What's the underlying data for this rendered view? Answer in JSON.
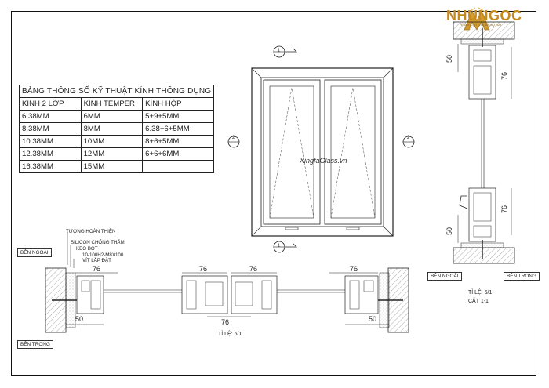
{
  "logo": {
    "name": "NHUNGOC",
    "tagline": "Nhôm kính chất lượng cao"
  },
  "spec_table": {
    "title": "BẢNG THÔNG SỐ KỸ THUẬT KÍNH  THÔNG DỤNG",
    "headers": [
      "KÍNH 2 LỚP",
      "KÍNH TEMPER",
      "KÍNH HỘP"
    ],
    "rows": [
      [
        "6.38MM",
        "6MM",
        "5+9+5MM"
      ],
      [
        "8.38MM",
        "8MM",
        "6.38+6+5MM"
      ],
      [
        "10.38MM",
        "10MM",
        "8+6+5MM"
      ],
      [
        "12.38MM",
        "12MM",
        "6+6+6MM"
      ],
      [
        "16.38MM",
        "15MM",
        ""
      ]
    ]
  },
  "elevation": {
    "watermark": "XingfaGlass.vn",
    "markers": {
      "top": "1",
      "left": "2",
      "right": "2",
      "bottom": "1"
    }
  },
  "plan_section": {
    "callouts": [
      "TƯỜNG HOÀN THIỆN",
      "SILICON CHỐNG THẤM",
      "KEO BỌT",
      "10-100H2-M8X100",
      "VÍT LẮP ĐẶT"
    ],
    "outside_label": "BÊN NGOÀI",
    "inside_label": "BÊN TRONG",
    "dims": [
      "76",
      "76",
      "76",
      "76",
      "76",
      "50",
      "76",
      "50"
    ],
    "scale": "TỈ LỆ: 6/1"
  },
  "vertical_section": {
    "dims": [
      "50",
      "76",
      "76",
      "50"
    ],
    "outside_label": "BÊN NGOÀI",
    "inside_label": "BÊN TRONG",
    "scale": "TỈ LỆ: 6/1",
    "cut": "CẮT 1-1"
  },
  "colors": {
    "gold": "#c58a1e",
    "line": "#222222",
    "hatch": "#9a9a9a"
  }
}
